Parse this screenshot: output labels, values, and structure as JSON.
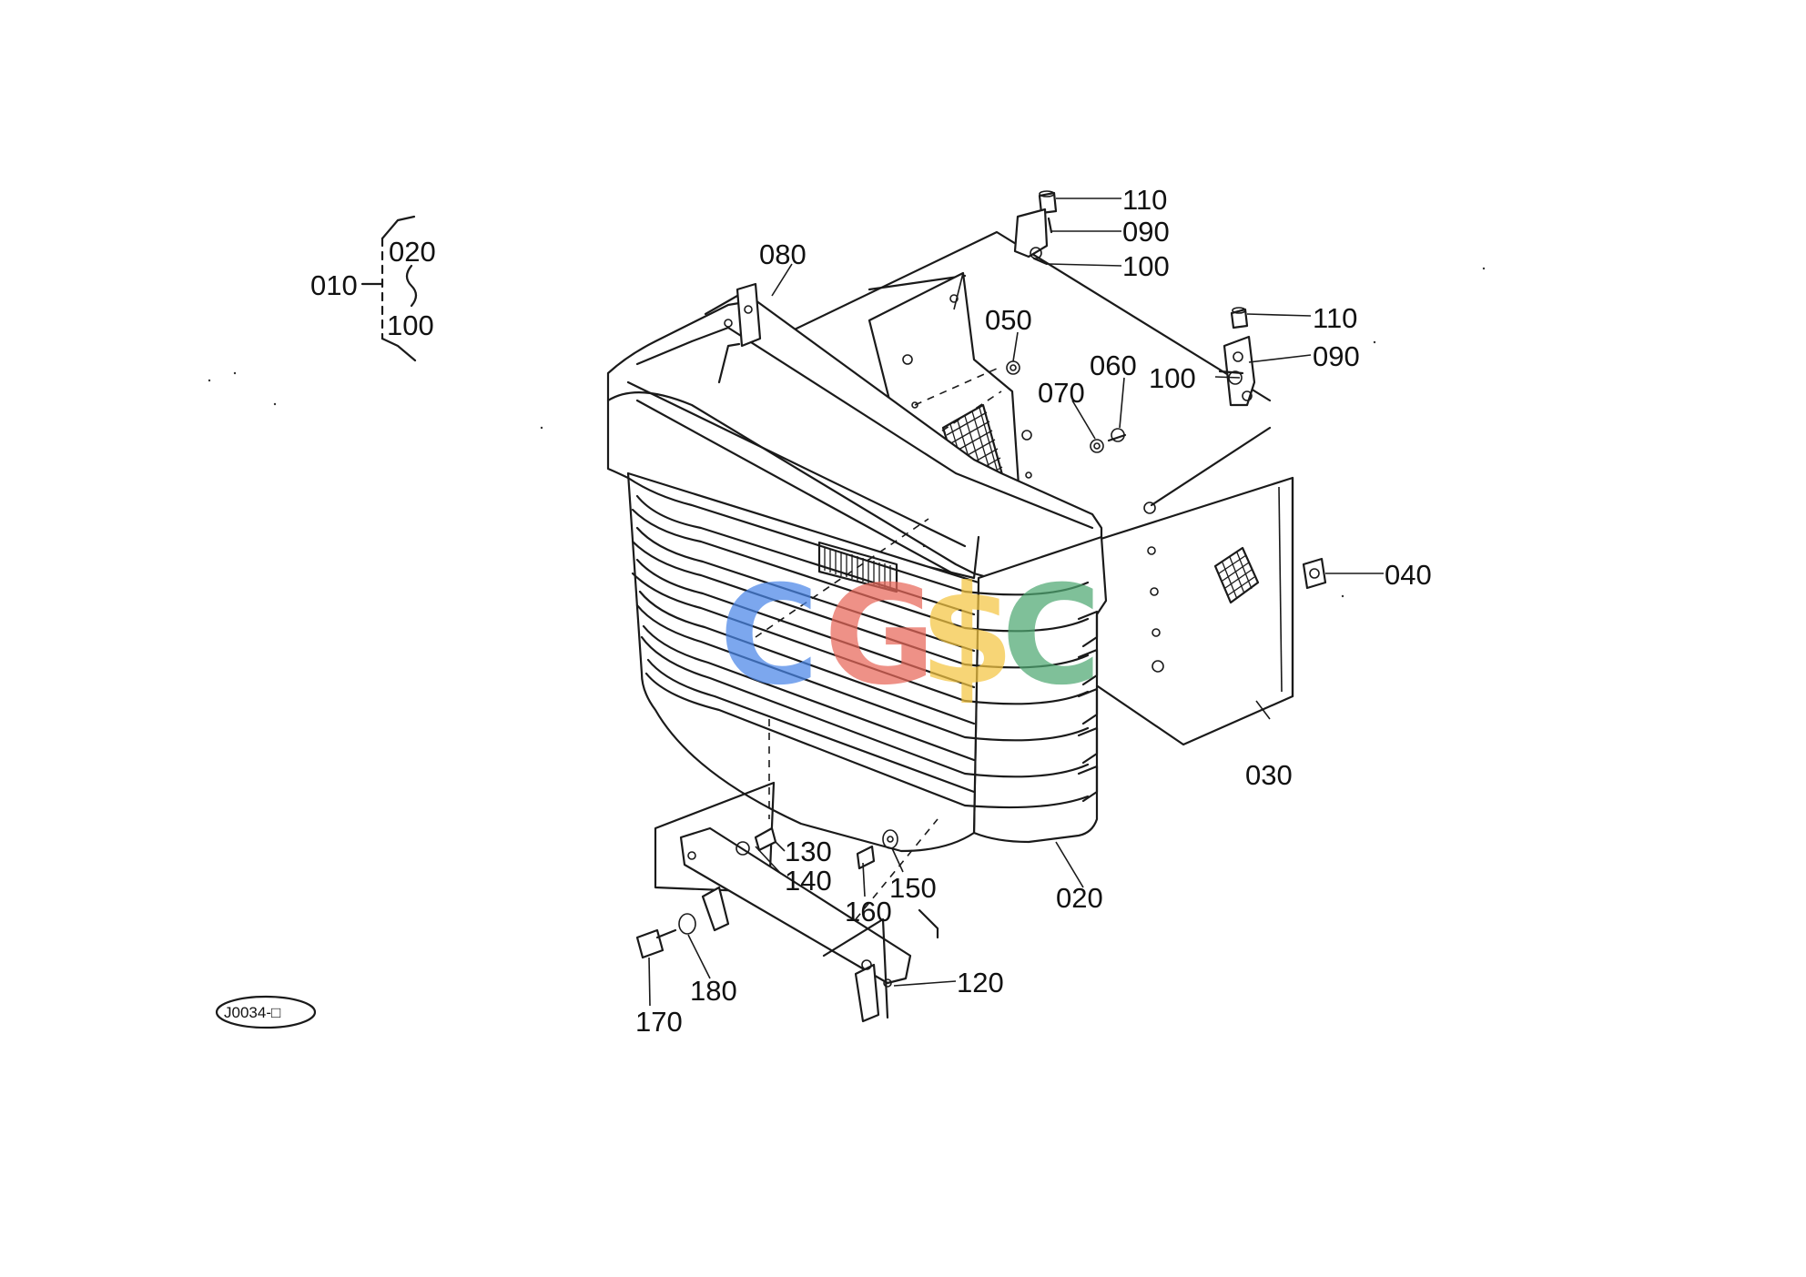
{
  "diagram": {
    "labels": {
      "p010": "010",
      "p020_range": "020",
      "p100_range": "100",
      "p020": "020",
      "p030": "030",
      "p040": "040",
      "p050": "050",
      "p060": "060",
      "p070": "070",
      "p080": "080",
      "p090_top": "090",
      "p090_right": "090",
      "p100_top": "100",
      "p100_right": "100",
      "p110_top": "110",
      "p110_right": "110",
      "p120": "120",
      "p130": "130",
      "p140": "140",
      "p150": "150",
      "p160": "160",
      "p170": "170",
      "p180": "180"
    },
    "drawing_code": "J0034-□",
    "watermark": {
      "letters": [
        "C",
        "G",
        "$",
        "C"
      ],
      "colors": [
        "#4a86e8",
        "#e8685a",
        "#f4c542",
        "#4fa872"
      ]
    }
  }
}
